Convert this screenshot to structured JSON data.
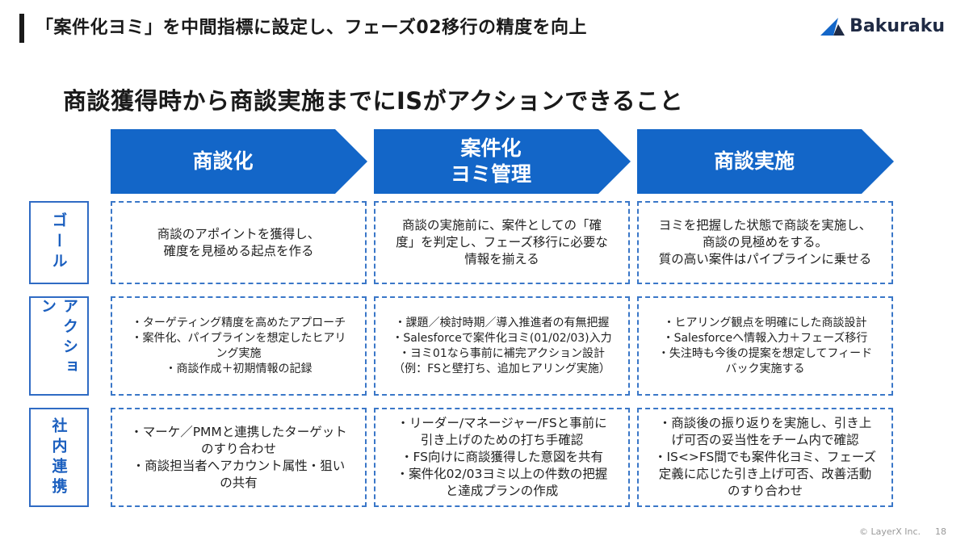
{
  "header": {
    "title": "「案件化ヨミ」を中間指標に設定し、フェーズ02移行の精度を向上",
    "logo_text": "Bakuraku"
  },
  "subtitle": "商談獲得時から商談実施までにISがアクションできること",
  "colors": {
    "accent": "#1366c8",
    "border": "#3a77c8",
    "row_label": "#1b5fbf"
  },
  "phases": [
    {
      "label": "商談化"
    },
    {
      "label": "案件化\nヨミ管理"
    },
    {
      "label": "商談実施"
    }
  ],
  "rows": [
    {
      "label": "ゴール",
      "cells": [
        "商談のアポイントを獲得し、\n確度を見極める起点を作る",
        "商談の実施前に、案件としての「確\n度」を判定し、フェーズ移行に必要な\n情報を揃える",
        "ヨミを把握した状態で商談を実施し、\n商談の見極めをする。\n質の高い案件はパイプラインに乗せる"
      ]
    },
    {
      "label": "アクション",
      "cells": [
        "・ターゲティング精度を高めたアプローチ\n・案件化、パイプラインを想定したヒアリ\nング実施\n・商談作成＋初期情報の記録",
        "・課題／検討時期／導入推進者の有無把握\n・Salesforceで案件化ヨミ(01/02/03)入力\n・ヨミ01なら事前に補完アクション設計\n（例：FSと壁打ち、追加ヒアリング実施）",
        "・ヒアリング観点を明確にした商談設計\n・Salesforceへ情報入力＋フェーズ移行\n・失注時も今後の提案を想定してフィード\nバック実施する"
      ]
    },
    {
      "label": "社内連携",
      "cells": [
        "・マーケ／PMMと連携したターゲット\nのすり合わせ\n・商談担当者へアカウント属性・狙い\nの共有",
        "・リーダー/マネージャー/FSと事前に\n引き上げのための打ち手確認\n・FS向けに商談獲得した意図を共有\n・案件化02/03ヨミ以上の件数の把握\nと達成プランの作成",
        "・商談後の振り返りを実施し、引き上\nげ可否の妥当性をチーム内で確認\n・IS<>FS間でも案件化ヨミ、フェーズ\n定義に応じた引き上げ可否、改善活動\nのすり合わせ"
      ]
    }
  ],
  "footer": {
    "copyright": "© LayerX Inc.",
    "page_number": "18"
  }
}
